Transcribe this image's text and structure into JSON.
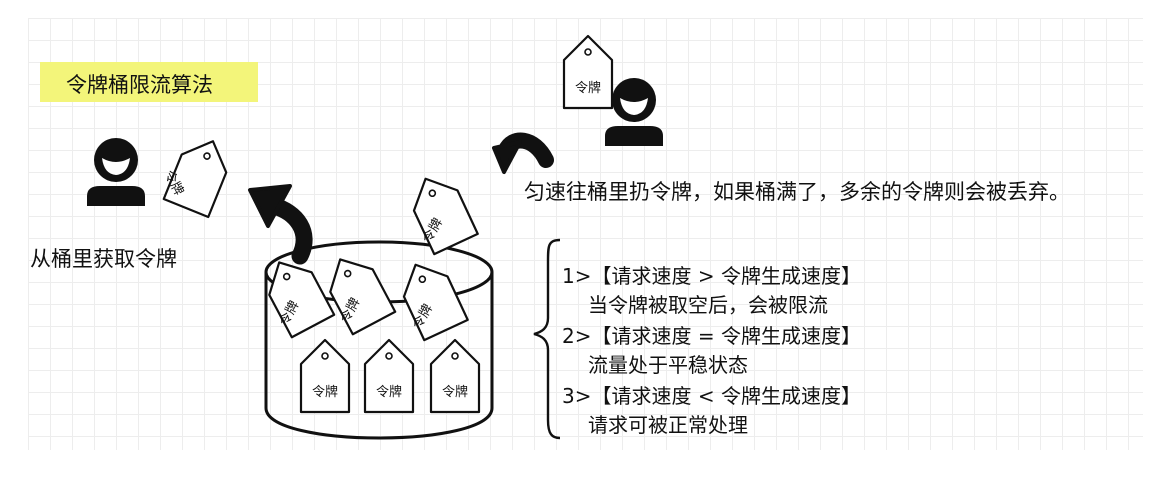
{
  "title": "令牌桶限流算法",
  "token_label": "令牌",
  "fill_description": "匀速往桶里扔令牌，如果桶满了，多余的令牌则会被丢弃。",
  "take_description": "从桶里获取令牌",
  "cases": [
    {
      "heading": "1>【请求速度 > 令牌生成速度】",
      "detail": "当令牌被取空后，会被限流"
    },
    {
      "heading": "2>【请求速度 = 令牌生成速度】",
      "detail": "流量处于平稳状态"
    },
    {
      "heading": "3>【请求速度 < 令牌生成速度】",
      "detail": "请求可被正常处理"
    }
  ]
}
